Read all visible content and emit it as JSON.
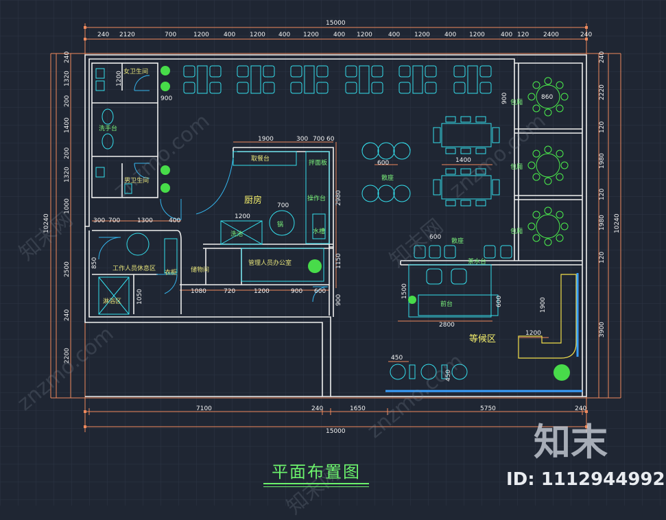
{
  "title": "平面布置图",
  "watermark": {
    "logo": "知末",
    "id": "ID: 1112944992",
    "site": "znzmo.com",
    "brand": "知末网"
  },
  "colors": {
    "background": "#1f2633",
    "grid": "#2c3545",
    "wall": "#f0f0f0",
    "dimension": "#f08a5d",
    "furniture": "#35e0ee",
    "plant": "#4cf04c",
    "label": "#e6e37a",
    "orange": "#e9a23a",
    "yellow": "#f4e04a"
  },
  "dims": {
    "top_total": "15000",
    "top": [
      "240",
      "2120",
      "700",
      "1200",
      "400",
      "1200",
      "400",
      "1200",
      "400",
      "1200",
      "400",
      "1200",
      "400",
      "1200",
      "400",
      "120",
      "2400",
      "240"
    ],
    "left_total": "10240",
    "left": [
      "240",
      "1320",
      "200",
      "1400",
      "200",
      "1320",
      "1000",
      "2500",
      "240",
      "2200"
    ],
    "right_total": "10240",
    "right": [
      "240",
      "2220",
      "120",
      "1980",
      "120",
      "1980",
      "120",
      "3900"
    ],
    "bottom": [
      "7100",
      "240",
      "1650",
      "5750",
      "240"
    ],
    "bottom_total": "15000",
    "interior": {
      "kitchen_w": "1900",
      "k300": "300",
      "k700": "700",
      "k60": "60",
      "k2980": "2980",
      "k1150": "1150",
      "k900": "900",
      "stove700": "700",
      "sink1200": "1200",
      "staff300": "300",
      "staff700": "700",
      "staff1300": "1300",
      "staff400": "400",
      "staff850": "850",
      "staff1050": "1050",
      "b1080": "1080",
      "b720": "720",
      "b1200": "1200",
      "b900": "900",
      "b600": "600",
      "wc1200": "1200",
      "wc900": "900",
      "wc900b": "900",
      "t600a": "600",
      "t1400": "1400",
      "t600b": "600",
      "pr860": "860",
      "fd1500": "1500",
      "fd600": "600",
      "fd2800": "2800",
      "wt1200": "1200",
      "wt1900": "1900",
      "wt450a": "450",
      "wt450b": "450"
    }
  },
  "rooms": {
    "womens_wc": "女卫生间",
    "mens_wc": "男卫生间",
    "washbasin": "洗手台",
    "pickup": "取餐台",
    "noodle": "拌面板",
    "kitchen": "厨房",
    "worktable": "操作台",
    "pot": "锅",
    "sink": "水槽",
    "wash_pool": "洗池",
    "staff_rest": "工作人员休息区",
    "shower": "淋浴区",
    "locker": "衣柜",
    "storage": "储物间",
    "manager_office": "管理人员办公室",
    "loose_seats_1": "散座",
    "loose_seats_2": "散座",
    "private_room_1": "包厢",
    "private_room_2": "包厢",
    "private_room_3": "包厢",
    "tea_table": "茶水台",
    "front_desk": "前台",
    "waiting": "等候区"
  }
}
